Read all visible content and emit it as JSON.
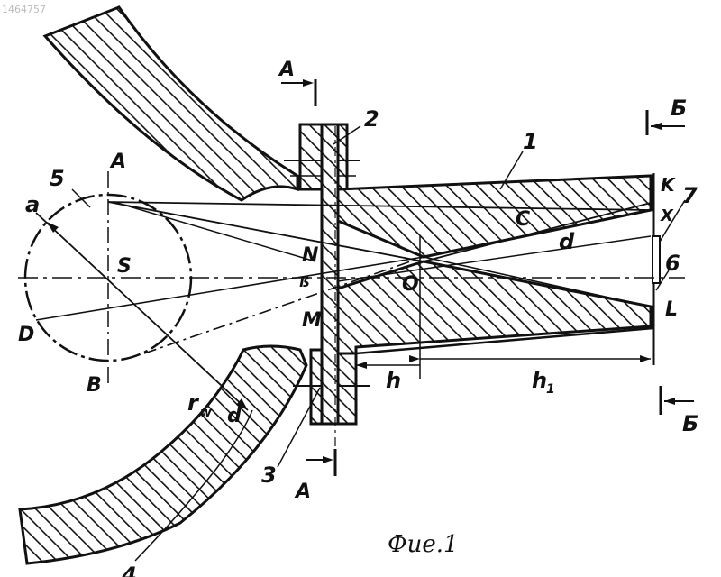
{
  "figure": {
    "caption": "Фие.1",
    "stamp": "1464757",
    "ink_color": "#111111",
    "paper_color": "#ffffff"
  },
  "labels": {
    "section_a_top": "A",
    "section_a_bottom": "A",
    "section_b_top": "Б",
    "section_b_bottom": "Б",
    "part_1": "1",
    "part_2": "2",
    "part_3": "3",
    "part_4": "4",
    "part_5": "5",
    "part_6": "6",
    "part_7": "7",
    "point_a": "A",
    "point_b": "B",
    "point_d": "D",
    "point_s": "S",
    "point_n": "N",
    "point_m": "M",
    "point_o": "O",
    "point_c": "C",
    "point_k": "K",
    "point_l": "L",
    "point_x": "X",
    "alpha_left": "a",
    "alpha_right": "d",
    "alpha_low": "d",
    "beta": "ß",
    "r_w": "r",
    "r_w_sub": "w",
    "h": "h",
    "h1": "h",
    "h1_sub": "1"
  }
}
